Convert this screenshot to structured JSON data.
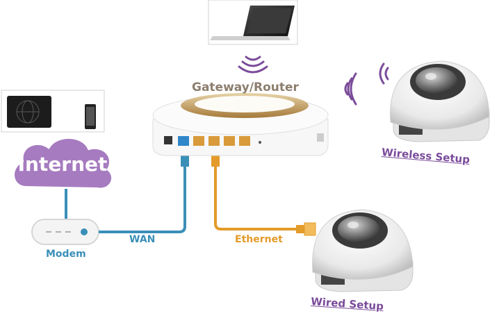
{
  "labels": {
    "gateway": "Gateway/Router",
    "internet": "Internet",
    "modem": "Modem",
    "wan": "WAN",
    "ethernet": "Ethernet"
  },
  "links": {
    "wireless_setup": "Wireless Setup",
    "wired_setup": "Wired Setup"
  },
  "colors": {
    "purple": "#7a4b9a",
    "wan_blue": "#3a8fb8",
    "ethernet_orange": "#e39b2a",
    "router_gold": "#b08a55",
    "gateway_text": "#8c7e6e"
  },
  "icons": [
    "laptop-icon",
    "tablet-icon",
    "phone-icon",
    "cloud-icon",
    "modem-icon",
    "router-icon",
    "camera-icon",
    "wifi-signal-icon"
  ]
}
